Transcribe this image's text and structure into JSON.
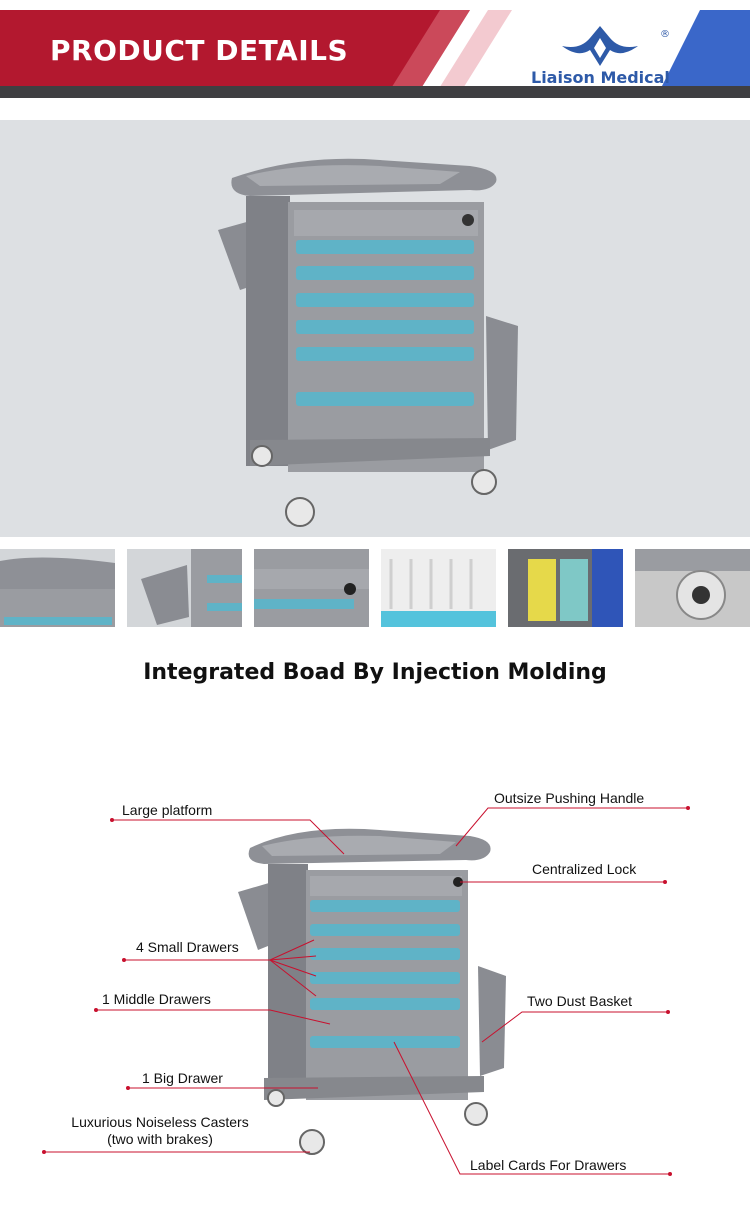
{
  "header": {
    "title": "PRODUCT DETAILS",
    "brand": "Liaison Medical",
    "registered_mark": "®",
    "colors": {
      "banner": "#b3182f",
      "accent_blue": "#3366cc",
      "dark_stripe": "#3f3f42"
    }
  },
  "hero_image": {
    "subject": "medical trolley",
    "icon": "trolley-image"
  },
  "thumbnails": [
    {
      "icon": "top-tray-thumb"
    },
    {
      "icon": "side-basket-thumb"
    },
    {
      "icon": "drawer-lock-thumb"
    },
    {
      "icon": "drawer-divider-thumb"
    },
    {
      "icon": "dust-bins-thumb"
    },
    {
      "icon": "caster-thumb"
    }
  ],
  "section": {
    "title": "Integrated Boad By Injection Molding"
  },
  "callouts": {
    "large_platform": "Large platform",
    "pushing_handle": "Outsize Pushing Handle",
    "centralized_lock": "Centralized Lock",
    "small_drawers": "4 Small Drawers",
    "middle_drawers": "1 Middle Drawers",
    "dust_basket": "Two Dust Basket",
    "big_drawer": "1 Big Drawer",
    "casters_line1": "Luxurious Noiseless Casters",
    "casters_line2": "(two with brakes)",
    "label_cards": "Label Cards For Drawers"
  },
  "colors": {
    "callout_line": "#c8102e",
    "drawer_teal": "#5fb3c7",
    "trolley_gray": "#8e9096"
  }
}
